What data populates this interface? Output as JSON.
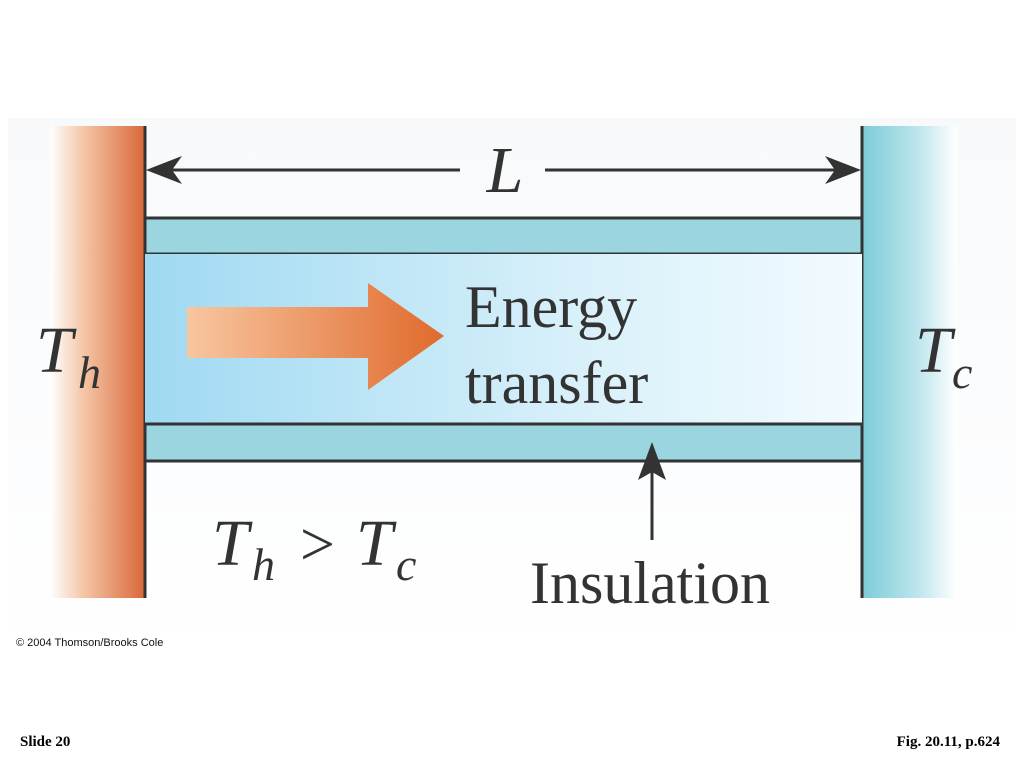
{
  "diagram": {
    "length_label": "L",
    "hot_label": {
      "main": "T",
      "sub": "h"
    },
    "cold_label": {
      "main": "T",
      "sub": "c"
    },
    "flow_label": {
      "line1": "Energy",
      "line2": "transfer"
    },
    "condition": {
      "left": "T",
      "left_sub": "h",
      "op": ">",
      "right": "T",
      "right_sub": "c"
    },
    "insulation_label": "Insulation",
    "colors": {
      "hot_reservoir": "#d9683a",
      "cold_reservoir": "#8ed3de",
      "insulation": "#9bd6e0",
      "rod_light": "#eaf8fc",
      "arrow": "#e07a3a",
      "text": "#333333"
    }
  },
  "copyright": "© 2004 Thomson/Brooks Cole",
  "slide_label": "Slide 20",
  "figure_ref": "Fig. 20.11, p.624"
}
